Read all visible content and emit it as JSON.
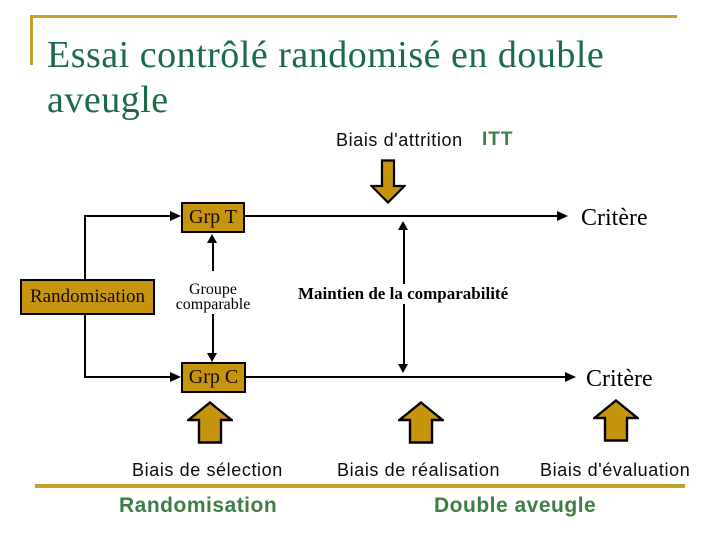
{
  "slide": {
    "title": {
      "line1": "Essai contrôlé randomisé en double",
      "line2": "aveugle"
    }
  },
  "top_annotation": {
    "attrition_label": "Biais d'attrition",
    "itt_label": "ITT"
  },
  "diagram": {
    "grp_t_label": "Grp T",
    "grp_c_label": "Grp C",
    "randomisation_box_label": "Randomisation",
    "groupe_comparable": {
      "line1": "Groupe",
      "line2": "comparable"
    },
    "maintien_label": "Maintien de la comparabilité",
    "critere_top_label": "Critère",
    "critere_bottom_label": "Critère"
  },
  "bottom_annotations": {
    "biais_selection": "Biais de sélection",
    "biais_realisation": "Biais de réalisation",
    "biais_evaluation": "Biais d'évaluation",
    "randomisation_label": "Randomisation",
    "double_aveugle_label": "Double aveugle"
  },
  "colors": {
    "title_green": "#1B6B4B",
    "accent_green": "#3F7D47",
    "gold_fill": "#C6950D",
    "gold_rule": "#C4A22C",
    "connector_black": "#000000",
    "background": "#FFFFFF"
  },
  "icons": {
    "attrition_arrow": "down-block-arrow",
    "selection_arrow": "up-block-arrow",
    "realisation_arrow": "up-block-arrow",
    "evaluation_arrow": "up-block-arrow"
  }
}
